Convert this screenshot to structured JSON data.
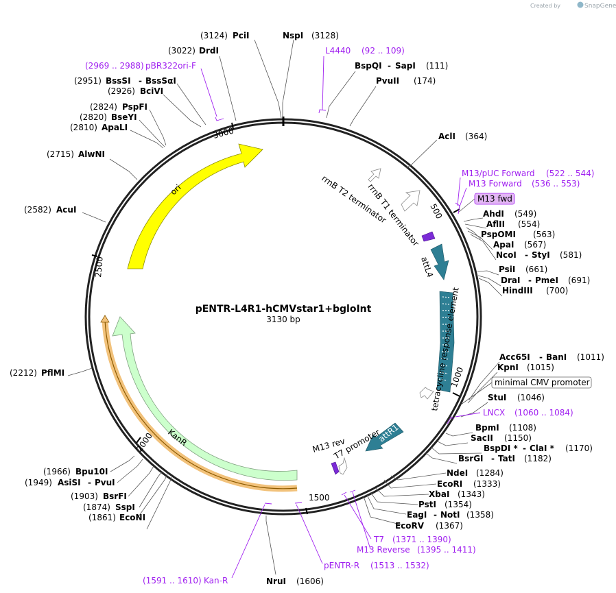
{
  "credit": {
    "prefix": "Created by",
    "brand": "SnapGene"
  },
  "plasmid": {
    "name": "pENTR-L4R1-hCMVstar1+bgloInt",
    "size": "3130 bp"
  },
  "ticks": [
    "500",
    "1000",
    "1500",
    "2000",
    "2500",
    "3000"
  ],
  "enzymes": [
    {
      "name": "PciI",
      "pos": "(3124)"
    },
    {
      "name": "NspI",
      "pos": "(3128)"
    },
    {
      "name": "DrdI",
      "pos": "(3022)"
    },
    {
      "name": "BspQI",
      "name2": "SapI",
      "pos": "(111)"
    },
    {
      "name": "PvuII",
      "pos": "(174)"
    },
    {
      "name": "BssSI",
      "name2": "BssSαI",
      "pos": "(2951)"
    },
    {
      "name": "BciVI",
      "pos": "(2926)"
    },
    {
      "name": "PspFI",
      "pos": "(2824)"
    },
    {
      "name": "BseYI",
      "pos": "(2820)"
    },
    {
      "name": "ApaLI",
      "pos": "(2810)"
    },
    {
      "name": "AlwNI",
      "pos": "(2715)"
    },
    {
      "name": "AclI",
      "pos": "(364)"
    },
    {
      "name": "AcuI",
      "pos": "(2582)"
    },
    {
      "name": "AhdI",
      "pos": "(549)"
    },
    {
      "name": "AflII",
      "pos": "(554)"
    },
    {
      "name": "PspOMI",
      "pos": "(563)"
    },
    {
      "name": "ApaI",
      "pos": "(567)"
    },
    {
      "name": "NcoI",
      "name2": "StyI",
      "pos": "(581)"
    },
    {
      "name": "PsiI",
      "pos": "(661)"
    },
    {
      "name": "DraI",
      "name2": "PmeI",
      "pos": "(691)"
    },
    {
      "name": "HindIII",
      "pos": "(700)"
    },
    {
      "name": "Acc65I",
      "name2": "BanI",
      "pos": "(1011)"
    },
    {
      "name": "KpnI",
      "pos": "(1015)"
    },
    {
      "name": "StuI",
      "pos": "(1046)"
    },
    {
      "name": "PflMI",
      "pos": "(2212)"
    },
    {
      "name": "BpmI",
      "pos": "(1108)"
    },
    {
      "name": "SacII",
      "pos": "(1150)"
    },
    {
      "name": "BspDI *",
      "name2": "ClaI *",
      "pos": "(1170)"
    },
    {
      "name": "BsrGI",
      "name2": "TatI",
      "pos": "(1182)"
    },
    {
      "name": "Bpu10I",
      "pos": "(1966)"
    },
    {
      "name": "AsiSI",
      "name2": "PvuI",
      "pos": "(1949)"
    },
    {
      "name": "NdeI",
      "pos": "(1284)"
    },
    {
      "name": "EcoRI",
      "pos": "(1333)"
    },
    {
      "name": "XbaI",
      "pos": "(1343)"
    },
    {
      "name": "BsrFI",
      "pos": "(1903)"
    },
    {
      "name": "SspI",
      "pos": "(1874)"
    },
    {
      "name": "EcoNI",
      "pos": "(1861)"
    },
    {
      "name": "PstI",
      "pos": "(1354)"
    },
    {
      "name": "EagI",
      "name2": "NotI",
      "pos": "(1358)"
    },
    {
      "name": "EcoRV",
      "pos": "(1367)"
    },
    {
      "name": "NruI",
      "pos": "(1606)"
    }
  ],
  "primers": [
    {
      "name": "L4440",
      "range": "(92 .. 109)"
    },
    {
      "name": "pBR322ori-F",
      "range": "(2969 .. 2988)"
    },
    {
      "name": "M13/pUC Forward",
      "range": "(522 .. 544)"
    },
    {
      "name": "M13 Forward",
      "range": "(536 .. 553)"
    },
    {
      "name": "LNCX",
      "range": "(1060 .. 1084)"
    },
    {
      "name": "T7",
      "range": "(1371 .. 1390)"
    },
    {
      "name": "M13 Reverse",
      "range": "(1395 .. 1411)"
    },
    {
      "name": "pENTR-R",
      "range": "(1513 .. 1532)"
    },
    {
      "name": "Kan-R",
      "range": "(1591 .. 1610)"
    }
  ],
  "features": {
    "m13_fwd": "M13 fwd",
    "min_cmv": "minimal CMV promoter",
    "rrnb_t2": "rrnB T2 terminator",
    "rrnb_t1": "rrnB T1 terminator",
    "attl4": "attL4",
    "tre": "tetracycline response element",
    "attr1": "attR1",
    "t7_promoter": "T7 promoter",
    "m13_rev": "M13 rev",
    "ori": "ori",
    "kanr": "KanR"
  },
  "colors": {
    "primer": "#a020f0",
    "ori": "#ffff00",
    "kanr": "#ccffcc",
    "att": "#2e7f94",
    "backbone": "#222222"
  }
}
